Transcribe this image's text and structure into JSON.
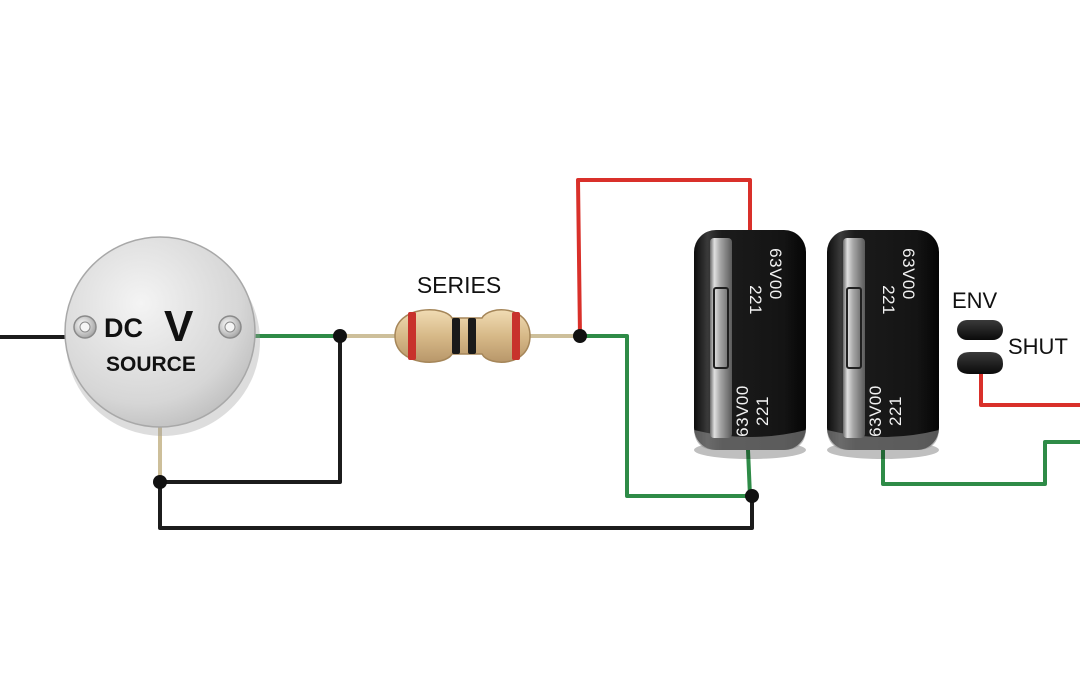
{
  "source": {
    "label_dc": "DC",
    "label_v": "V",
    "label_source": "SOURCE"
  },
  "resistor": {
    "label": "SERIES",
    "bands": [
      "#c8322c",
      "#1a1a1a",
      "#1a1a1a",
      "#c8322c"
    ]
  },
  "capacitors": [
    {
      "line1": "63V00",
      "line2": "221"
    },
    {
      "line1": "63V00",
      "line2": "221"
    }
  ],
  "switch": {
    "label_top": "ENV",
    "label_bottom": "SHUT"
  },
  "colors": {
    "wire_black": "#1c1c1c",
    "wire_green": "#2e8b47",
    "wire_red": "#d9302a",
    "wire_tan": "#cdbf9a"
  }
}
